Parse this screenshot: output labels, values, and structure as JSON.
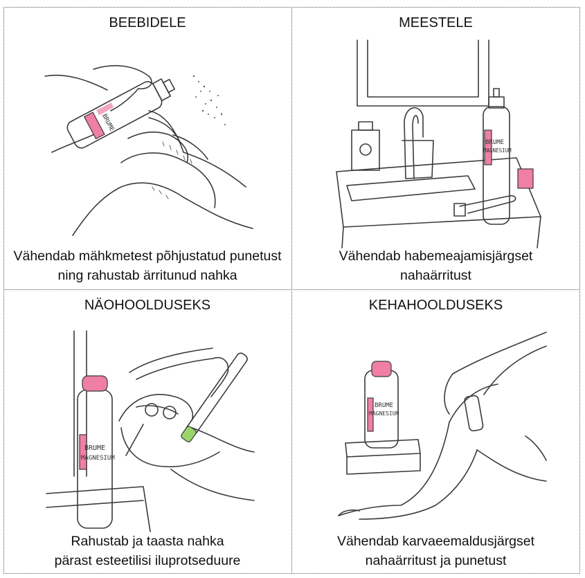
{
  "panels": [
    {
      "title": "BEEBIDELE",
      "caption_line1": "Vähendab mähkmetest põhjustatud punetust",
      "caption_line2": "ning rahustab ärritunud nahka",
      "illustration": "baby-spray-illustration"
    },
    {
      "title": "MEESTELE",
      "caption_line1": "Vähendab habemeajamisjärgset",
      "caption_line2": "nahaärritust",
      "illustration": "bathroom-sink-illustration"
    },
    {
      "title": "NÄOHOOLDUSEKS",
      "caption_line1": "Rahustab ja taasta nahka",
      "caption_line2": "pärast esteetilisi iluprotseduure",
      "illustration": "facial-treatment-illustration"
    },
    {
      "title": "KEHAHOOLDUSEKS",
      "caption_line1": "Vähendab karvaeemaldusjärgset",
      "caption_line2": "nahaärritust ja punetust",
      "illustration": "leg-spray-illustration"
    }
  ],
  "product_label": {
    "line1": "BRUME",
    "line2": "MAGNESIUM"
  },
  "colors": {
    "accent_pink": "#ef7fa3",
    "accent_green": "#9bd36b",
    "line": "#3a3a3a",
    "border": "#555555"
  }
}
